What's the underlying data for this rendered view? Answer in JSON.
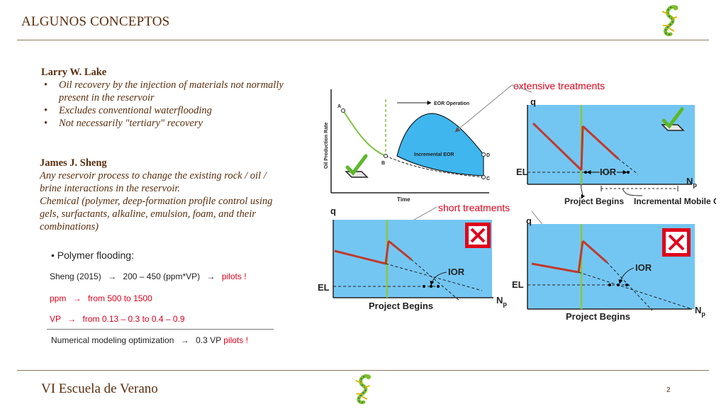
{
  "header": {
    "title": "ALGUNOS CONCEPTOS"
  },
  "footer": {
    "text": "VI Escuela de Verano",
    "page_number": "2"
  },
  "lake": {
    "author": "Larry W. Lake",
    "bullets": [
      "Oil recovery by the injection of materials not normally present in the reservoir",
      "Excludes conventional waterflooding",
      "Not necessarily \"tertiary\" recovery"
    ]
  },
  "sheng": {
    "author": "James J. Sheng",
    "line1": "Any reservoir process to change the existing rock / oil / brine interactions in the reservoir.",
    "line2": "Chemical (polymer, deep-formation profile control using gels, surfactants, alkaline, emulsion, foam, and their combinations)"
  },
  "polymer": {
    "heading": "Polymer flooding:",
    "row1_prefix": "Sheng (2015)",
    "row1_value": "200 – 450 (ppm*VP)",
    "row1_suffix": "pilots !",
    "row2_prefix": "ppm",
    "row2_value": "from 500 to 1500",
    "row3_prefix": "VP",
    "row3_value": "from 0.13 – 0.3 to 0.4 – 0.9",
    "row4_prefix": "Numerical modeling optimization",
    "row4_value": "0.3 VP",
    "row4_suffix": "pilots !",
    "arrow": "→"
  },
  "figure": {
    "eor": {
      "ylabel": "Oil Production Rate",
      "xlabel": "Time",
      "operation": "EOR Operation",
      "area_label": "Incremental EOR",
      "points": [
        "A",
        "B",
        "C",
        "D"
      ]
    },
    "callout_extensive": "extensive treatments",
    "callout_short": "short treatments",
    "panel_common": {
      "q": "q",
      "el": "EL",
      "ior": "IOR",
      "np_main": "N",
      "np_sub": "p",
      "project": "Project Begins"
    },
    "incremental": "Incremental Mobile Oil",
    "colors": {
      "panel": "#74c6f2",
      "red_line": "#c0392b",
      "green_line": "#8dc63f",
      "callout": "#e0001b",
      "eor_fill": "#3fb6ee"
    },
    "icons": {
      "check": "check-icon",
      "cross": "cross-icon",
      "logo": "gecko-logo-icon"
    }
  }
}
